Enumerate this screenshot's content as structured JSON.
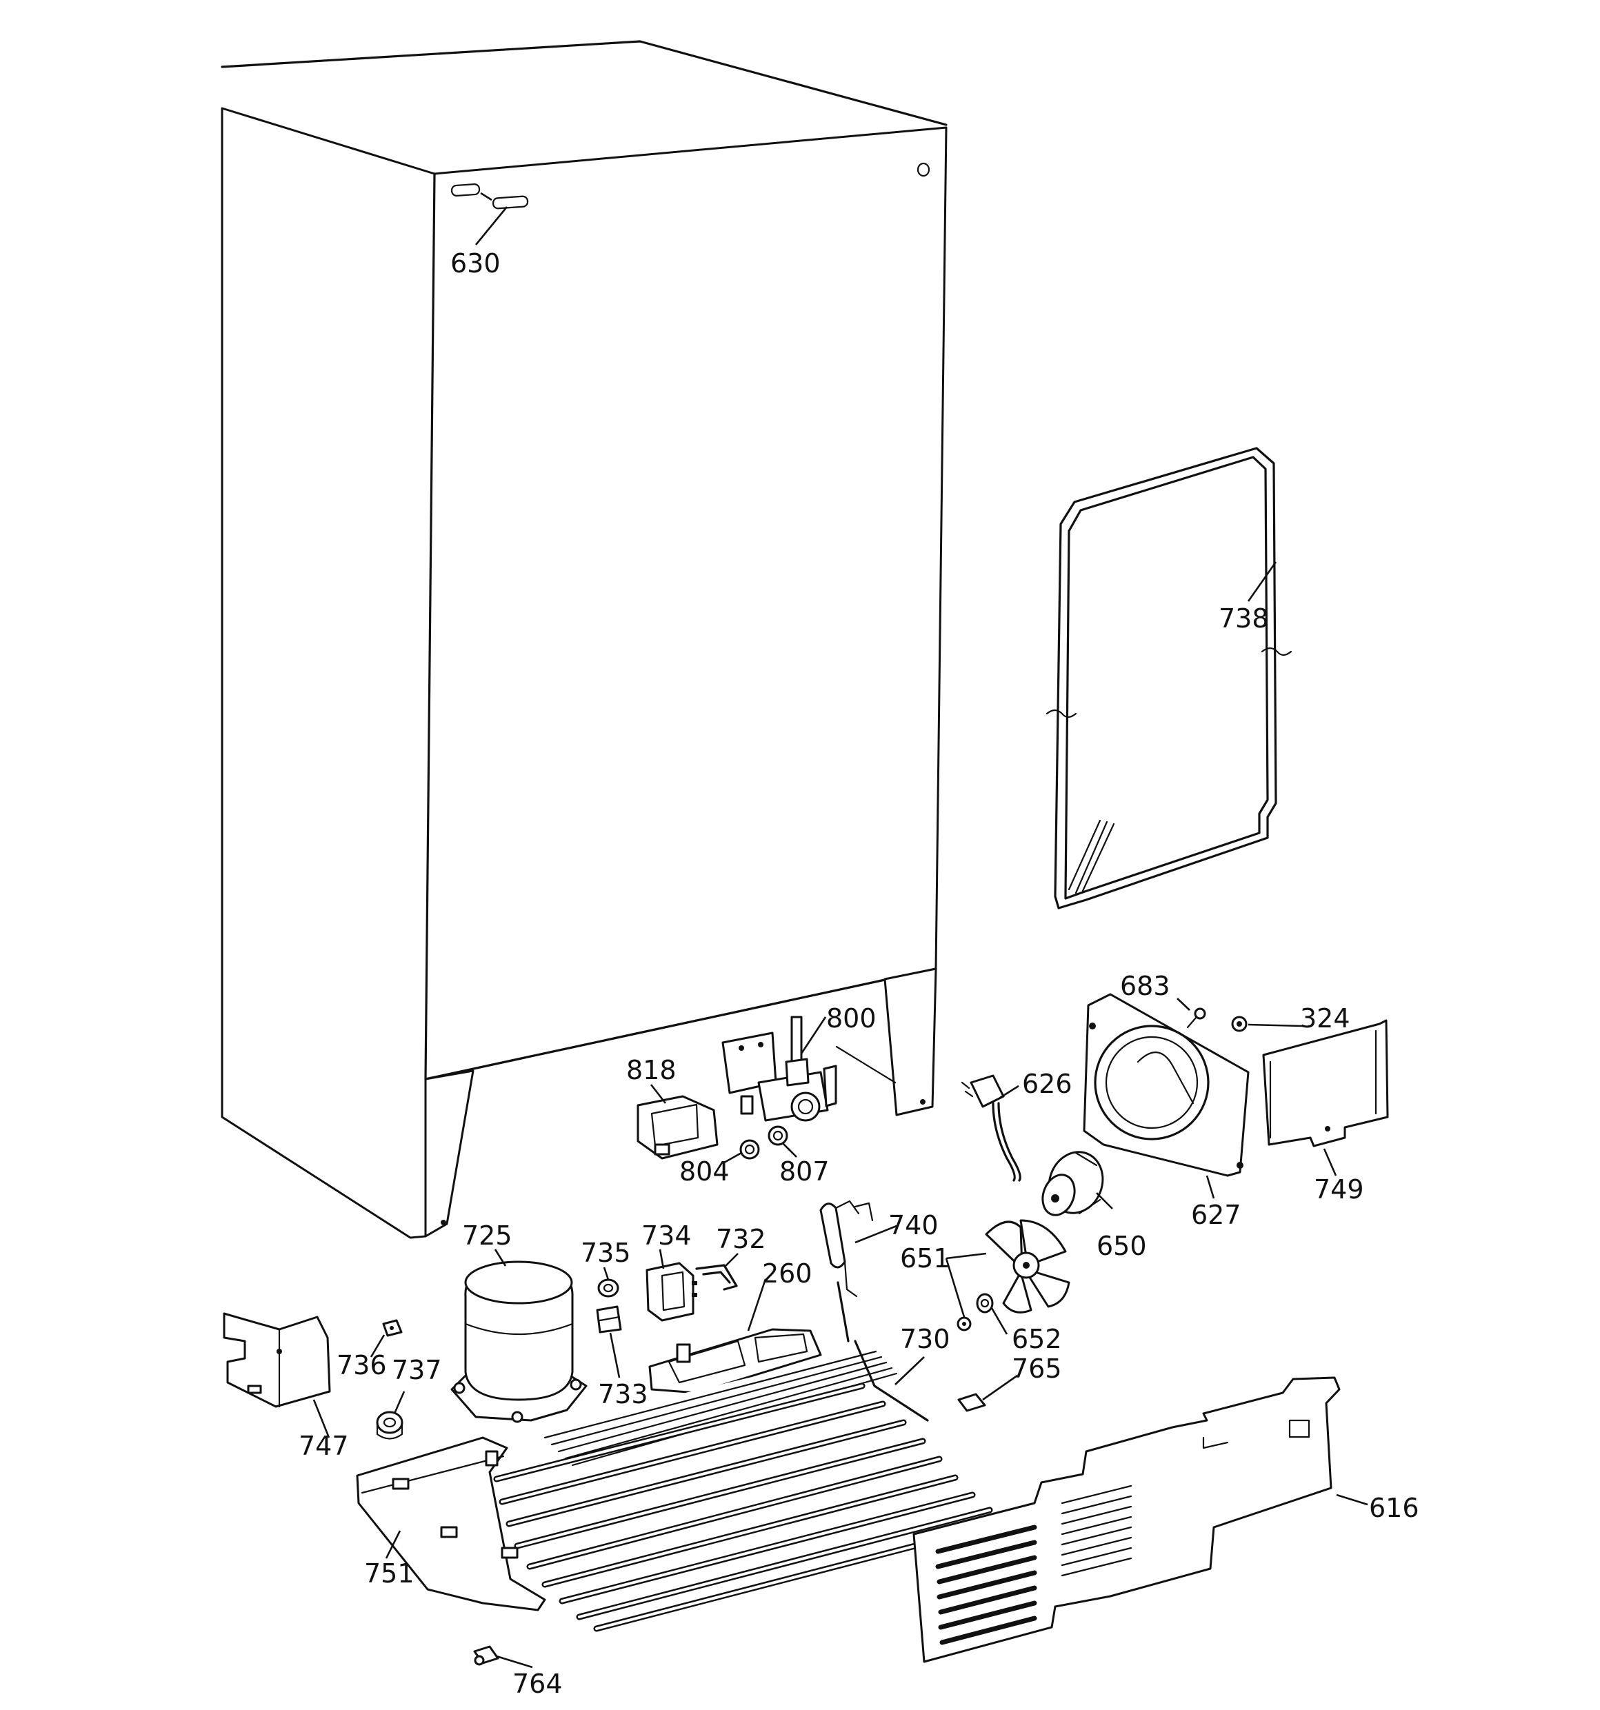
{
  "diagram": {
    "callouts": [
      {
        "id": "630",
        "text": "630"
      },
      {
        "id": "738",
        "text": "738"
      },
      {
        "id": "683",
        "text": "683"
      },
      {
        "id": "324",
        "text": "324"
      },
      {
        "id": "800",
        "text": "800"
      },
      {
        "id": "818",
        "text": "818"
      },
      {
        "id": "626",
        "text": "626"
      },
      {
        "id": "804",
        "text": "804"
      },
      {
        "id": "807",
        "text": "807"
      },
      {
        "id": "749",
        "text": "749"
      },
      {
        "id": "627",
        "text": "627"
      },
      {
        "id": "725",
        "text": "725"
      },
      {
        "id": "734",
        "text": "734"
      },
      {
        "id": "732",
        "text": "732"
      },
      {
        "id": "740",
        "text": "740"
      },
      {
        "id": "735",
        "text": "735"
      },
      {
        "id": "651",
        "text": "651"
      },
      {
        "id": "650",
        "text": "650"
      },
      {
        "id": "260",
        "text": "260"
      },
      {
        "id": "652",
        "text": "652"
      },
      {
        "id": "736",
        "text": "736"
      },
      {
        "id": "737",
        "text": "737"
      },
      {
        "id": "733",
        "text": "733"
      },
      {
        "id": "730",
        "text": "730"
      },
      {
        "id": "765",
        "text": "765"
      },
      {
        "id": "747",
        "text": "747"
      },
      {
        "id": "616",
        "text": "616"
      },
      {
        "id": "751",
        "text": "751"
      },
      {
        "id": "764",
        "text": "764"
      }
    ]
  }
}
